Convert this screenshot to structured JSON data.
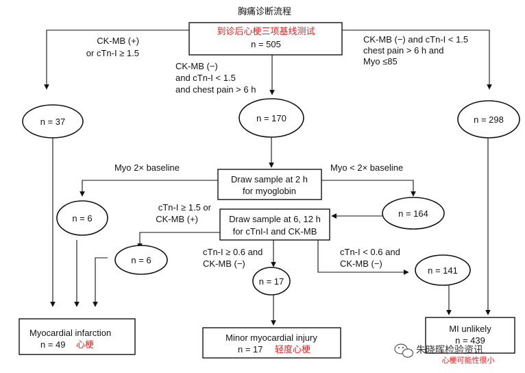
{
  "title": "胸痛诊断流程",
  "top_box": {
    "line1": "到诊后心梗三项基线测试",
    "line2": "n = 505"
  },
  "branch_left": {
    "line1": "CK-MB (+)",
    "line2": "or cTn-I ≥ 1.5"
  },
  "branch_mid": {
    "line1": "CK-MB (−)",
    "line2": "and cTn-I < 1.5",
    "line3": "and chest pain > 6 h"
  },
  "branch_right": {
    "line1": "CK-MB (−) and cTn-I < 1.5",
    "line2": "chest pain > 6 h and",
    "line3": "Myo ≤85"
  },
  "oval_37": "n = 37",
  "oval_170": "n = 170",
  "oval_298": "n = 298",
  "myo_box": {
    "line1": "Draw sample at 2 h",
    "line2": "for myoglobin"
  },
  "myo_high_label": "Myo 2× baseline",
  "myo_low_label": "Myo < 2× baseline",
  "oval_6a": "n = 6",
  "oval_164": "n = 164",
  "ctni_box": {
    "line1": "Draw sample at 6, 12 h",
    "line2": "for cTnI-I and CK-MB"
  },
  "ctni_pos_label": {
    "line1": "cTn-I ≥ 1.5 or",
    "line2": "CK-MB (+)"
  },
  "oval_6b": "n = 6",
  "minor_label": {
    "line1": "cTn-I ≥ 0.6 and",
    "line2": "CK-MB (−)"
  },
  "neg_label": {
    "line1": "cTn-I < 0.6 and",
    "line2": "CK-MB (−)"
  },
  "oval_17": "n = 17",
  "oval_141": "n = 141",
  "result_mi": {
    "line1": "Myocardial infarction",
    "line2": "n = 49",
    "cn": "心梗"
  },
  "result_minor": {
    "line1": "Minor myocardial injury",
    "line2": "n = 17",
    "cn": "轻度心梗"
  },
  "result_unlikely": {
    "line1": "MI unlikely",
    "line2": "n = 439",
    "cn": "心梗可能性很小"
  },
  "watermark": "朱晓晖检验资讯",
  "colors": {
    "accent_red": "#e02020"
  }
}
